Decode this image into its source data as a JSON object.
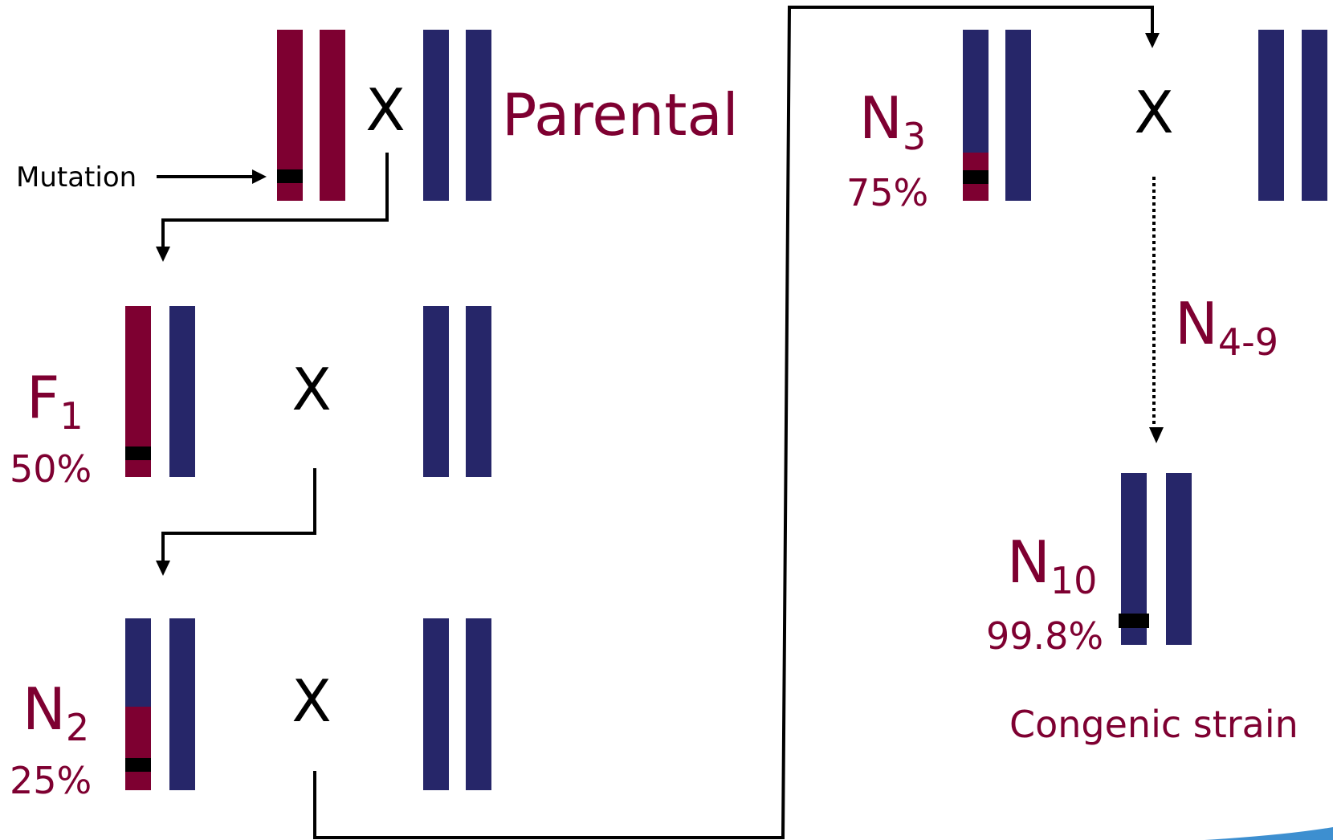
{
  "colors": {
    "donor_chromosome": "#7e0031",
    "recipient_chromosome": "#262669",
    "mutation_band": "#000000",
    "label_text": "#7e0031",
    "cross_symbol": "#000000"
  },
  "labels": {
    "mutation": "Mutation",
    "parental": "Parental",
    "cross_symbol": "X",
    "f1": {
      "letter": "F",
      "subscript": "1",
      "percent": "50%"
    },
    "n2": {
      "letter": "N",
      "subscript": "2",
      "percent": "25%"
    },
    "n3": {
      "letter": "N",
      "subscript": "3",
      "percent": "75%"
    },
    "n4_9": {
      "letter": "N",
      "subscript": "4-9"
    },
    "n10": {
      "letter": "N",
      "subscript": "10",
      "percent": "99.8%"
    },
    "congenic_strain": "Congenic strain"
  }
}
